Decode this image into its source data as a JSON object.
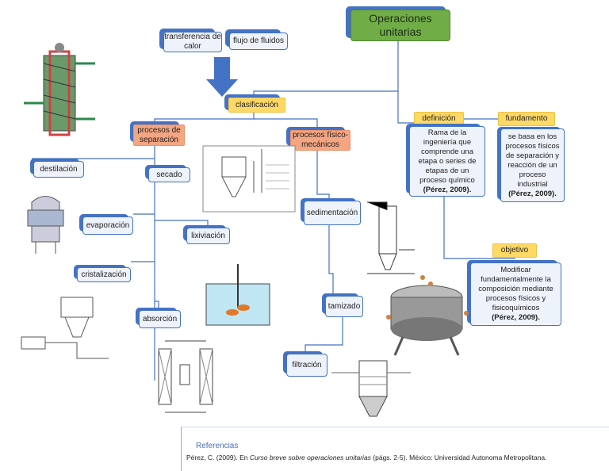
{
  "title": "Operaciones unitarias",
  "top_nodes": {
    "heat": "transferencia de calor",
    "fluids": "flujo de fluidos"
  },
  "classification": "clasificación",
  "separation": {
    "label": "procesos de separación",
    "items": [
      "destilación",
      "secado",
      "evaporación",
      "lixiviación",
      "cristalización",
      "absorción"
    ]
  },
  "mechanical": {
    "label": "procesos físico-mecánicos",
    "items": [
      "sedimentación",
      "tamizado",
      "filtración"
    ]
  },
  "definition": {
    "label": "definición",
    "text": "Rama de la ingeniería que comprende una etapa o series de etapas de un proceso químico",
    "cite": "(Pérez, 2009)."
  },
  "fundament": {
    "label": "fundamento",
    "text": "se basa en los procesos físicos de separación y reacción de un proceso industrial",
    "cite": "(Pérez, 2009)."
  },
  "objective": {
    "label": "objetivo",
    "text": "Modificar fundamentalmente la composición mediante procesos físicos y fisicoquímicos",
    "cite": "(Pérez, 2009)."
  },
  "references": {
    "title": "Referencias",
    "pre": "Pérez, C. (2009). En ",
    "book": "Curso breve sobre operaciones unitarias",
    "post": " (págs. 2-5). México: Universidad Autonoma Metropolitana."
  },
  "colors": {
    "accent": "#4472c4",
    "title_bg": "#70ad47",
    "label_yellow": "#ffd966",
    "label_salmon": "#f4a582"
  }
}
